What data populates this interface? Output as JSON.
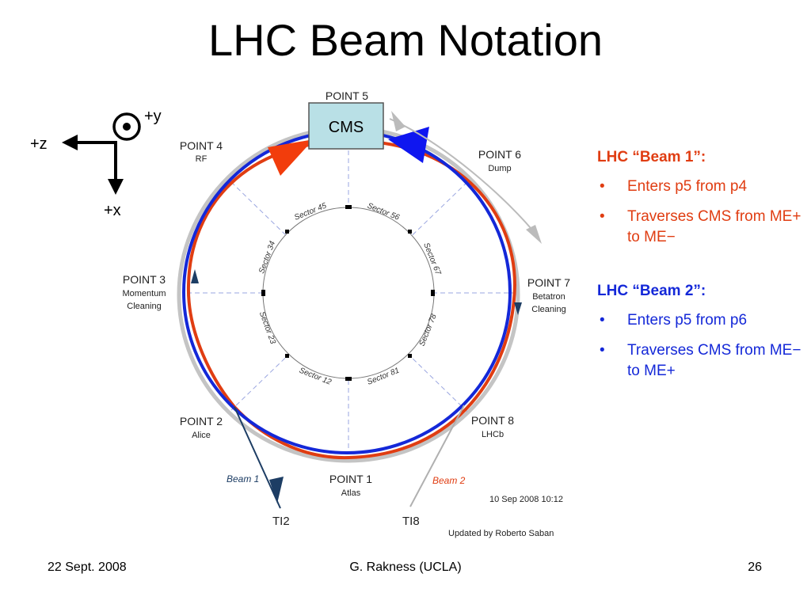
{
  "title": "LHC Beam Notation",
  "axes": {
    "y_label": "+y",
    "z_label": "+z",
    "x_label": "+x"
  },
  "ring": {
    "cms_label": "CMS",
    "points": [
      {
        "id": "p5",
        "name": "POINT 5",
        "role": ""
      },
      {
        "id": "p4",
        "name": "POINT 4",
        "role": "RF"
      },
      {
        "id": "p6",
        "name": "POINT 6",
        "role": "Dump"
      },
      {
        "id": "p3",
        "name": "POINT 3",
        "role": "Momentum",
        "role2": "Cleaning"
      },
      {
        "id": "p7",
        "name": "POINT 7",
        "role": "Betatron",
        "role2": "Cleaning"
      },
      {
        "id": "p2",
        "name": "POINT 2",
        "role": "Alice"
      },
      {
        "id": "p8",
        "name": "POINT 8",
        "role": "LHCb"
      },
      {
        "id": "p1",
        "name": "POINT 1",
        "role": "Atlas"
      }
    ],
    "sectors": [
      "Sector 45",
      "Sector 56",
      "Sector 34",
      "Sector 67",
      "Sector 23",
      "Sector 78",
      "Sector 12",
      "Sector 81"
    ],
    "beam1_label": "Beam 1",
    "beam2_label": "Beam 2",
    "ti2_label": "TI2",
    "ti8_label": "TI8",
    "date": "10 Sep 2008 10:12",
    "credit": "Updated by Roberto Saban"
  },
  "notes": {
    "beam1": {
      "heading": "LHC “Beam 1”:",
      "items": [
        "Enters p5 from p4",
        "Traverses CMS from ME+ to ME−"
      ]
    },
    "beam2": {
      "heading": "LHC “Beam 2”:",
      "items": [
        "Enters p5 from p6",
        "Traverses CMS from ME− to ME+"
      ]
    },
    "bullet": "•"
  },
  "footer": {
    "date": "22 Sept. 2008",
    "author": "G. Rakness (UCLA)",
    "page": "26"
  },
  "colors": {
    "beam1": "#e03d12",
    "beam2": "#1428d8",
    "cms_box": "#b9e0e6",
    "transfer_line": "#1d3d64",
    "ring_gray": "#bbbbbb"
  }
}
